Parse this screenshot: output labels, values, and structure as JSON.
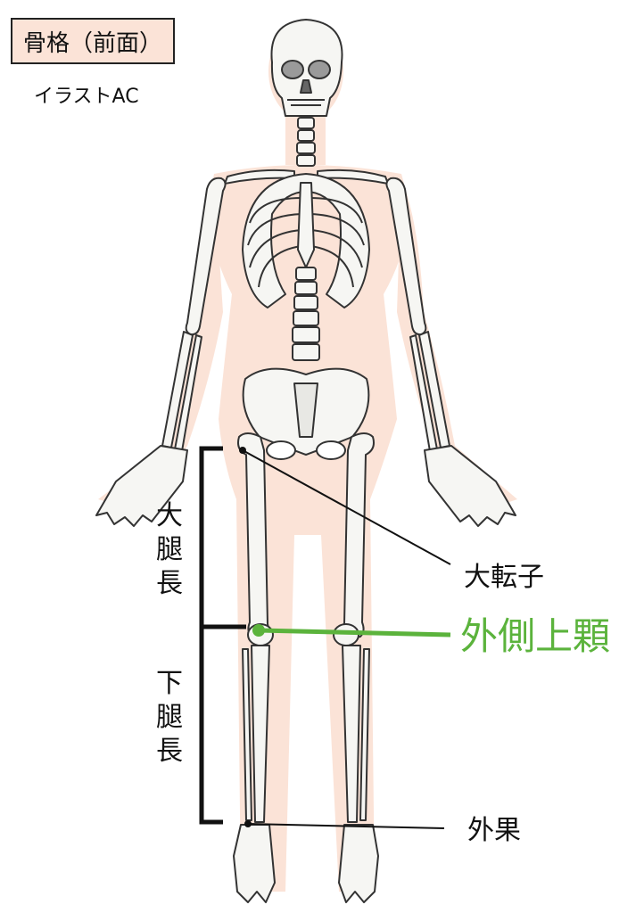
{
  "title": "骨格（前面）",
  "credit": "イラストAC",
  "segments": {
    "thigh": [
      "大",
      "腿",
      "長"
    ],
    "lower_leg": [
      "下",
      "腿",
      "長"
    ]
  },
  "labels": {
    "greater_trochanter": "大転子",
    "lateral_epicondyle": "外側上顆",
    "lateral_malleolus": "外果"
  },
  "colors": {
    "skin": "#fbe3d7",
    "bone_fill": "#f6f6f3",
    "bone_stroke": "#333333",
    "highlight": "#5bb33c"
  }
}
